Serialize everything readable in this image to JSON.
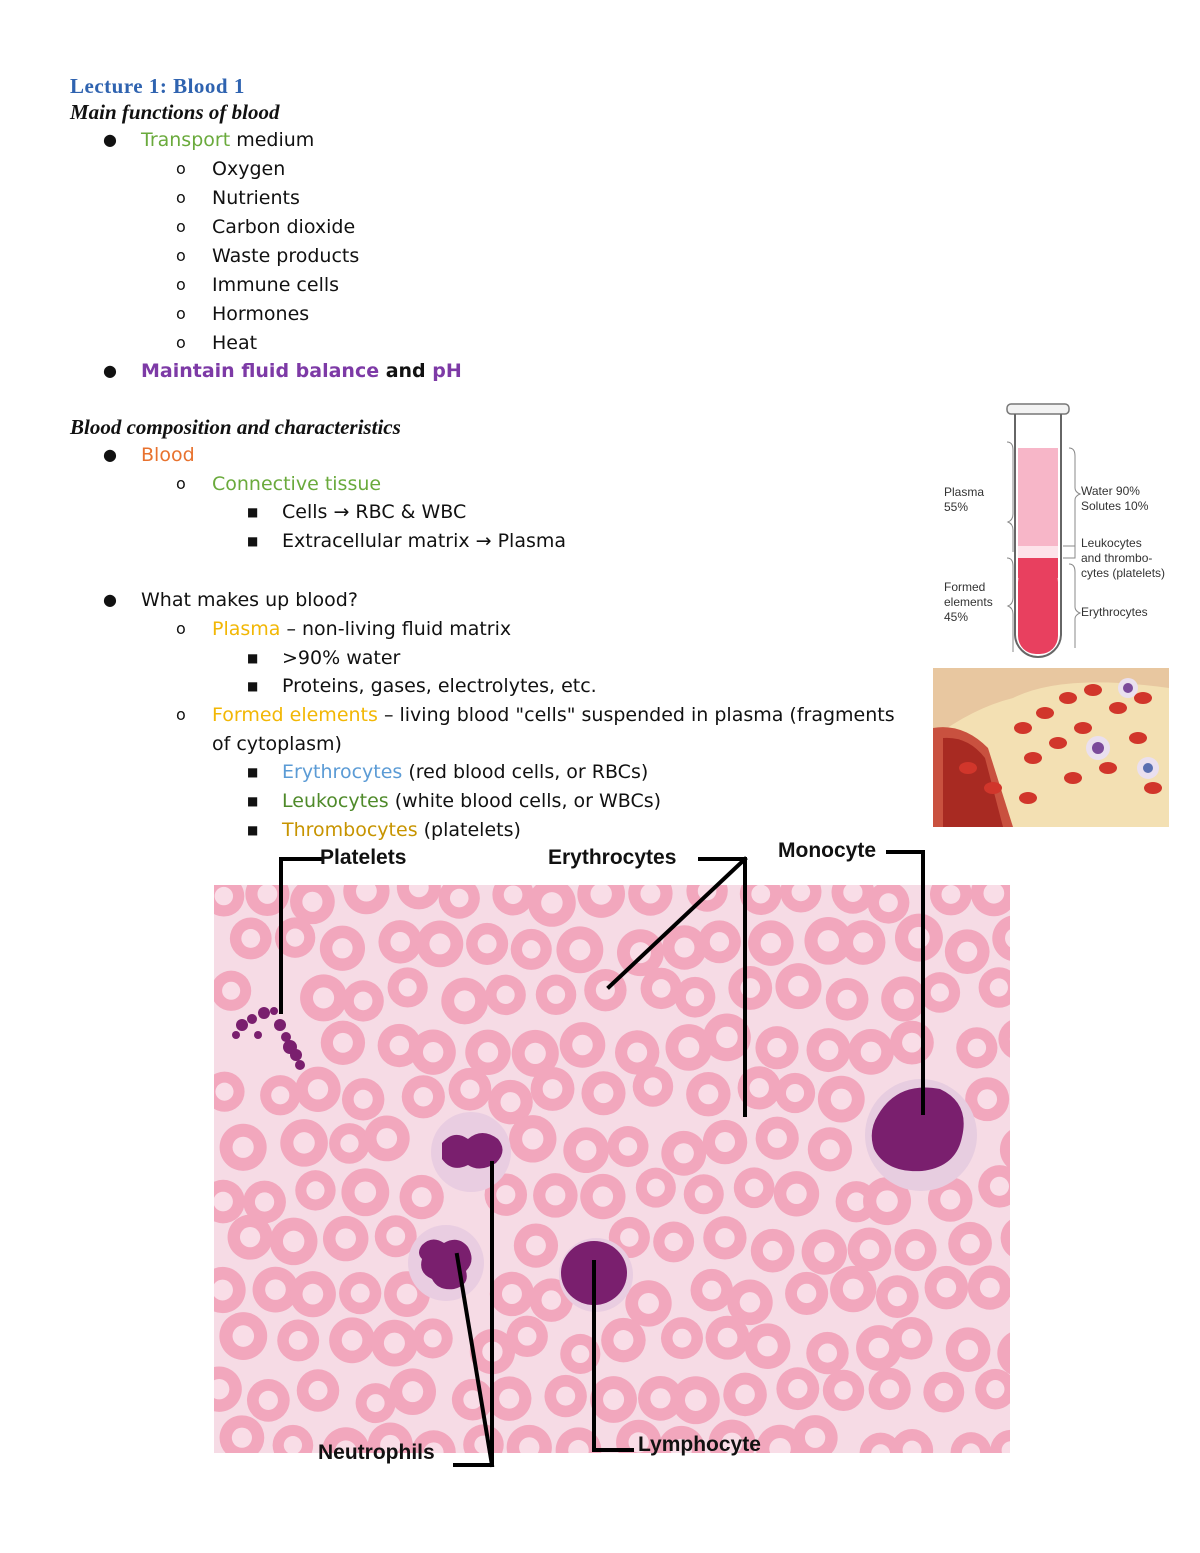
{
  "title": "Lecture 1: Blood 1",
  "section1": {
    "heading": "Main functions of blood",
    "transport": {
      "highlight": "Transport",
      "rest": " medium"
    },
    "transport_items": [
      "Oxygen",
      "Nutrients",
      "Carbon dioxide",
      "Waste products",
      "Immune cells",
      "Hormones",
      "Heat"
    ],
    "balance": {
      "part1": "Maintain fluid balance",
      "and": " and ",
      "part2": "pH"
    }
  },
  "section2": {
    "heading": "Blood composition and characteristics",
    "blood": "Blood",
    "connective": "Connective tissue",
    "cells": "Cells → RBC & WBC",
    "ecm": "Extracellular matrix → Plasma",
    "question": "What makes up blood?",
    "plasma": {
      "term": "Plasma",
      "desc": " – non-living fluid matrix"
    },
    "plasma_items": [
      ">90% water",
      "Proteins, gases, electrolytes, etc."
    ],
    "formed": {
      "term": "Formed elements",
      "desc": " – living blood \"cells\" suspended in plasma (fragments",
      "desc2": "of cytoplasm)"
    },
    "erythro": {
      "term": "Erythrocytes",
      "desc": " (red blood cells, or RBCs)"
    },
    "leuko": {
      "term": "Leukocytes",
      "desc": " (white blood cells, or WBCs)"
    },
    "thrombo": {
      "term": "Thrombocytes",
      "desc": " (platelets)"
    }
  },
  "tube": {
    "plasma_label": "Plasma\n55%",
    "formed_label": "Formed\nelements\n45%",
    "water_label": "Water 90%\nSolutes 10%",
    "leuko_label": "Leukocytes\nand thrombo-\ncytes (platelets)",
    "erythro_label": "Erythrocytes",
    "plasma_color": "#f7b6c8",
    "buffy_color": "#fde3ea",
    "rbc_color": "#e8405f"
  },
  "smear": {
    "platelets": "Platelets",
    "erythrocytes": "Erythrocytes",
    "monocyte": "Monocyte",
    "neutrophils": "Neutrophils",
    "lymphocyte": "Lymphocyte",
    "bg_color": "#f6dbe5",
    "rbc_color": "#f2a7bd",
    "nucleus_color": "#7a1f6e"
  }
}
